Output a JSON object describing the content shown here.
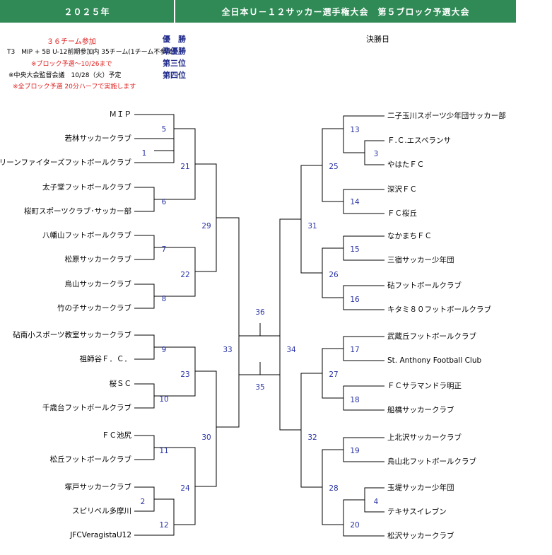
{
  "header": {
    "year": "２０２５年",
    "title": "全日本Ｕ－１２サッカー選手権大会　第５ブロック予選大会"
  },
  "info": {
    "teams": "３６チーム参加",
    "note1": "T3　MIP + 5B U-12前期参加内 35チーム(1チーム不参加)",
    "note2": "※ブロック予選～10/26まで",
    "note3": "※中央大会監督会議　10/28（火）予定",
    "note4": "※全ブロック予選 20分ハーフで実施します"
  },
  "ranks": {
    "first": "優　勝",
    "second": "準優勝",
    "third": "第三位",
    "fourth": "第四位"
  },
  "final_day": "決勝日",
  "left_teams": [
    "ＭＩＰ",
    "若林サッカークラブ",
    "グリーンファイターズフットボールクラブ",
    "太子堂フットボールクラブ",
    "桜町スポーツクラブ･サッカー部",
    "八幡山フットボールクラブ",
    "松原サッカークラブ",
    "烏山サッカークラブ",
    "竹の子サッカークラブ",
    "砧南小スポーツ教室サッカークラブ",
    "祖師谷Ｆ．Ｃ．",
    "桜ＳＣ",
    "千歳台フットボールクラブ",
    "ＦＣ池尻",
    "松丘フットボールクラブ",
    "塚戸サッカークラブ",
    "スピリベル多摩川",
    "JFCVeragistaU12"
  ],
  "right_teams": [
    "二子玉川スポーツ少年団サッカー部",
    "Ｆ.Ｃ.エスペランサ",
    "やはたＦＣ",
    "深沢ＦＣ",
    "ＦＣ桜丘",
    "なかまちＦＣ",
    "三宿サッカー少年団",
    "砧フットボールクラブ",
    "キタミ８０フットボールクラブ",
    "武蔵丘フットボールクラブ",
    "St. Anthony Football Club",
    "ＦＣサラマンドラ明正",
    "船橋サッカークラブ",
    "上北沢サッカークラブ",
    "烏山北フットボールクラブ",
    "玉堤サッカー少年団",
    "テキサスイレブン",
    "松沢サッカークラブ"
  ],
  "matches": {
    "m1": "1",
    "m2": "2",
    "m3": "3",
    "m4": "4",
    "m5": "5",
    "m6": "6",
    "m7": "7",
    "m8": "8",
    "m9": "9",
    "m10": "10",
    "m11": "11",
    "m12": "12",
    "m13": "13",
    "m14": "14",
    "m15": "15",
    "m16": "16",
    "m17": "17",
    "m18": "18",
    "m19": "19",
    "m20": "20",
    "m21": "21",
    "m22": "22",
    "m23": "23",
    "m24": "24",
    "m25": "25",
    "m26": "26",
    "m27": "27",
    "m28": "28",
    "m29": "29",
    "m30": "30",
    "m31": "31",
    "m32": "32",
    "m33": "33",
    "m34": "34",
    "m35": "35",
    "m36": "36"
  }
}
